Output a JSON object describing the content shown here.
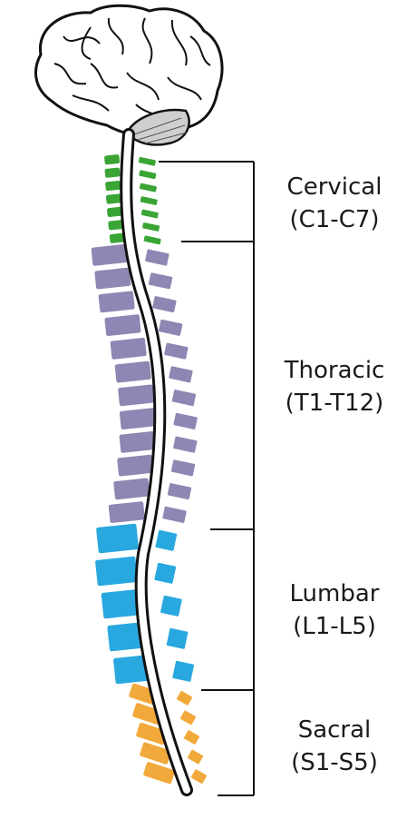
{
  "segments": [
    {
      "key": "cervical",
      "name": "Cervical",
      "range": "(C1-C7)",
      "color": "#3aa535",
      "count": 7
    },
    {
      "key": "thoracic",
      "name": "Thoracic",
      "range": "(T1-T12)",
      "color": "#8f86b3",
      "count": 12
    },
    {
      "key": "lumbar",
      "name": "Lumbar",
      "range": "(L1-L5)",
      "color": "#29a8df",
      "count": 5
    },
    {
      "key": "sacral",
      "name": "Sacral",
      "range": "(S1-S5)",
      "color": "#f2a93b",
      "count": 5
    }
  ],
  "colors": {
    "outline": "#111111",
    "cord": "#ffffff",
    "brain": "#ffffff",
    "cerebellum": "#cfcfcf"
  },
  "icons": {
    "brain": "brain-icon",
    "spine": "spine-icon"
  }
}
